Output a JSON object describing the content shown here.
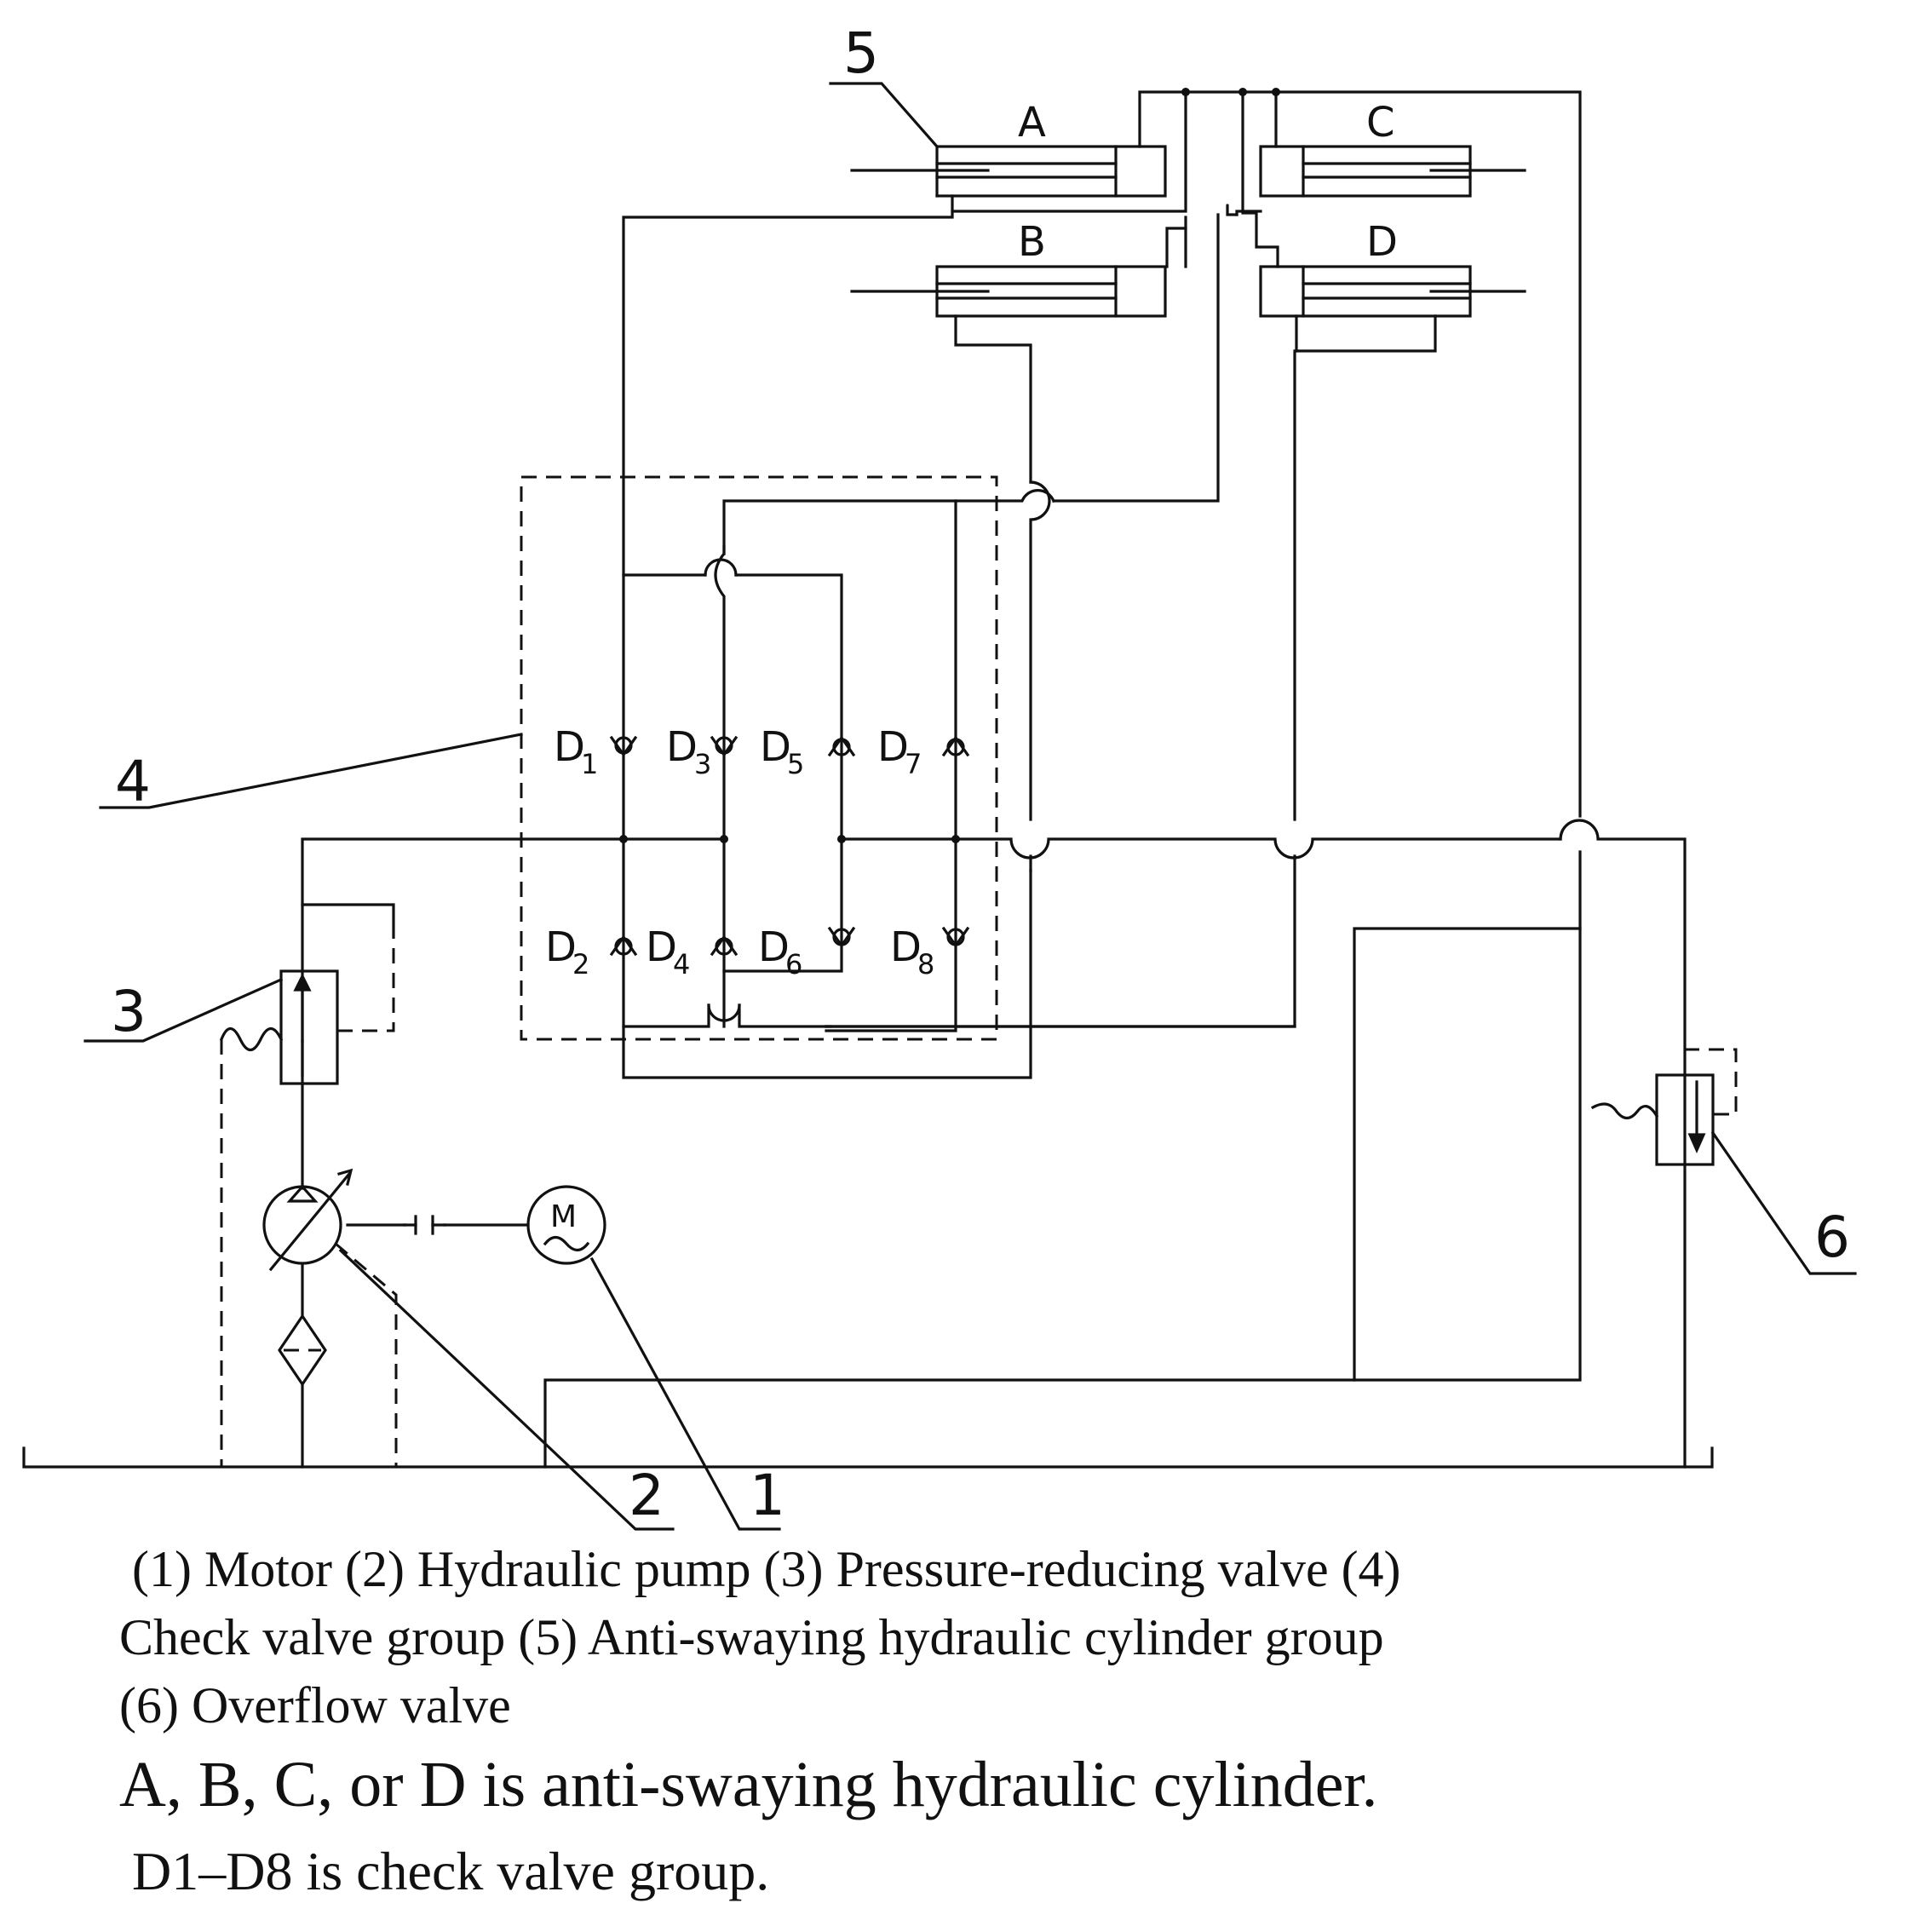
{
  "diagram": {
    "callouts": {
      "c1": "1",
      "c2": "2",
      "c3": "3",
      "c4": "4",
      "c5": "5",
      "c6": "6"
    },
    "cylinders": {
      "a": "A",
      "b": "B",
      "c": "C",
      "d": "D"
    },
    "check_valves": [
      {
        "letter": "D",
        "index": "1"
      },
      {
        "letter": "D",
        "index": "2"
      },
      {
        "letter": "D",
        "index": "3"
      },
      {
        "letter": "D",
        "index": "4"
      },
      {
        "letter": "D",
        "index": "5"
      },
      {
        "letter": "D",
        "index": "6"
      },
      {
        "letter": "D",
        "index": "7"
      },
      {
        "letter": "D",
        "index": "8"
      }
    ],
    "motor_symbol": "M"
  },
  "caption": {
    "line1": "(1) Motor  (2) Hydraulic pump  (3) Pressure-reducing valve (4)",
    "line2": "Check valve group (5) Anti-swaying hydraulic cylinder group",
    "line3": "(6)  Overflow valve",
    "line4": "A, B, C, or D is anti-swaying hydraulic cylinder.",
    "line5": "D1–D8 is check valve group."
  }
}
